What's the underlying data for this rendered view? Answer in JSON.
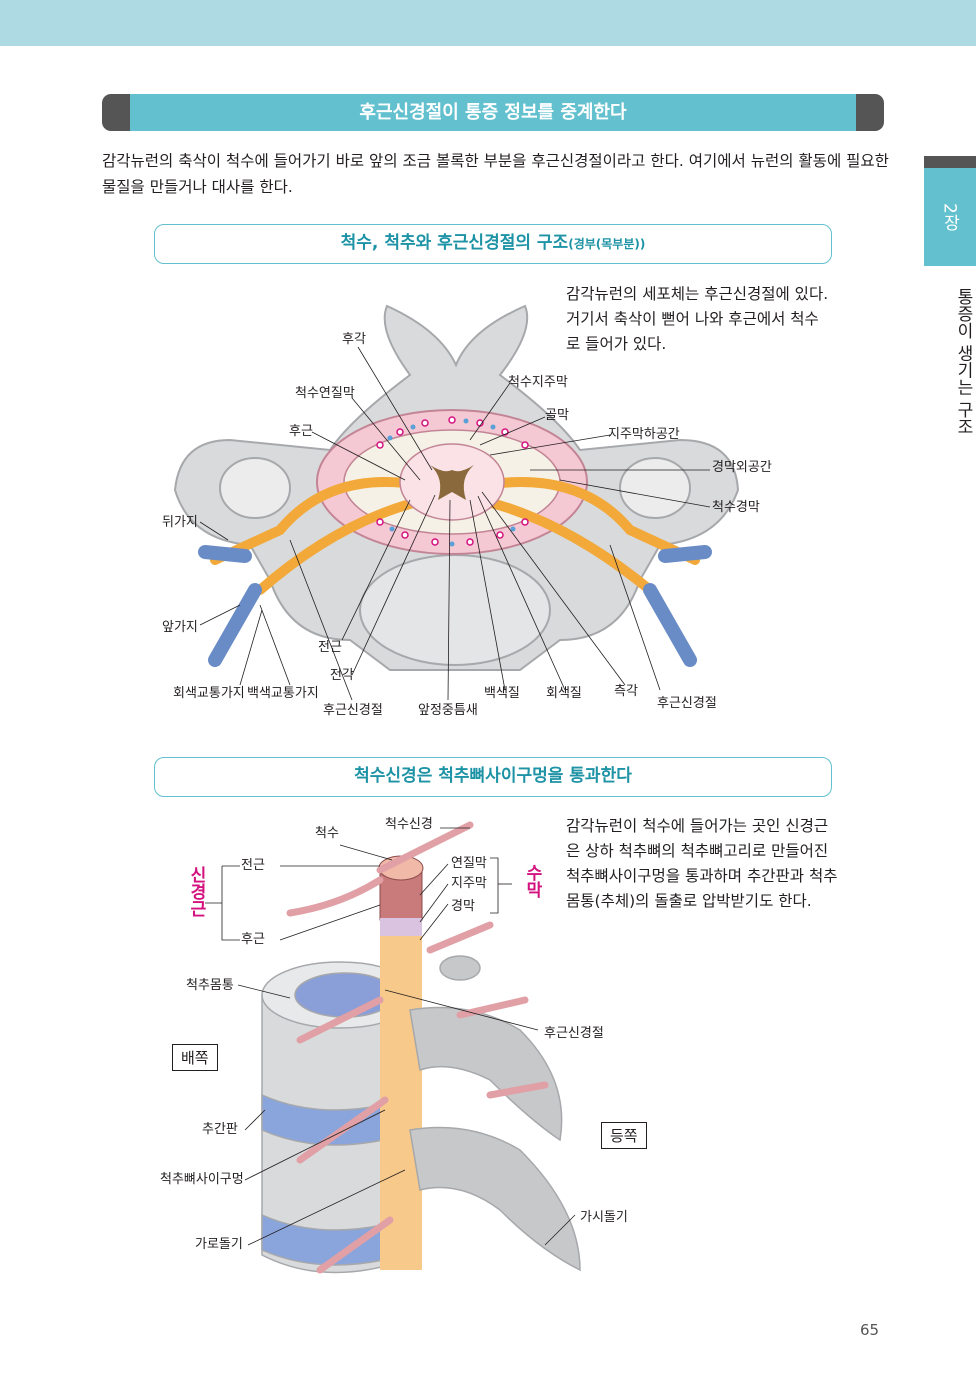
{
  "section_title": "후근신경절이 통증 정보를 중계한다",
  "intro_text": "감각뉴런의 축삭이 척수에 들어가기 바로 앞의 조금 볼록한 부분을 후근신경절이라고 한다. 여기에서 뉴런의 활동에 필요한 물질을 만들거나 대사를 한다.",
  "side_tab": {
    "chapter": "2장",
    "title": "통증이 생기는 구조"
  },
  "figure1": {
    "title": "척수, 척추와 후근신경절의 구조",
    "title_sub": "(경부(목부분))",
    "caption": "감각뉴런의 세포체는 후근신경절에 있다. 거기서 축삭이 뻗어 나와 후근에서 척수로 들어가 있다.",
    "labels": {
      "hugak": "후각",
      "yeonjilmak": "척수연질막",
      "hugeun": "후근",
      "dwigaji": "뒤가지",
      "apgaji": "앞가지",
      "hoesaek": "회색교통가지",
      "baeksaek": "백색교통가지",
      "hugeun_sg_left": "후근신경절",
      "jeongeun": "전근",
      "jeongak": "전각",
      "apjeong": "앞정중틈새",
      "baeksaekjil": "백색질",
      "hoesaekjil": "회색질",
      "cheukgak": "측각",
      "hugeun_sg_right": "후근신경절",
      "jijumak": "척수지주막",
      "golmak": "골막",
      "jijumak_hagong": "지주막하공간",
      "gyeongmak_oe": "경막외공간",
      "gyeongmak": "척수경막"
    }
  },
  "figure2": {
    "title": "척수신경은 척추뼈사이구멍을 통과한다",
    "caption": "감각뉴런이 척수에 들어가는 곳인 신경근은 상하 척추뼈의 척추뼈고리로 만들어진 척추뼈사이구멍을 통과하며 추간판과 척추몸통(추체)의 돌출로 압박받기도 한다.",
    "labels": {
      "cheoksu": "척수",
      "cheoksu_singyeong": "척수신경",
      "singyeonggeun": "신경근",
      "jeongeun": "전근",
      "hugeun": "후근",
      "yeonjilmak": "연질막",
      "jijumak": "지주막",
      "gyeongmak": "경막",
      "sumak": "수막",
      "cheokchu_momtong": "척추몸통",
      "baejjok": "배쪽",
      "chuganpan": "추간판",
      "gumeong": "척추뼈사이구멍",
      "garodolgi": "가로돌기",
      "hugeun_sg": "후근신경절",
      "deungjjok": "등쪽",
      "gasidolgi": "가시돌기"
    }
  },
  "page_number": "65"
}
